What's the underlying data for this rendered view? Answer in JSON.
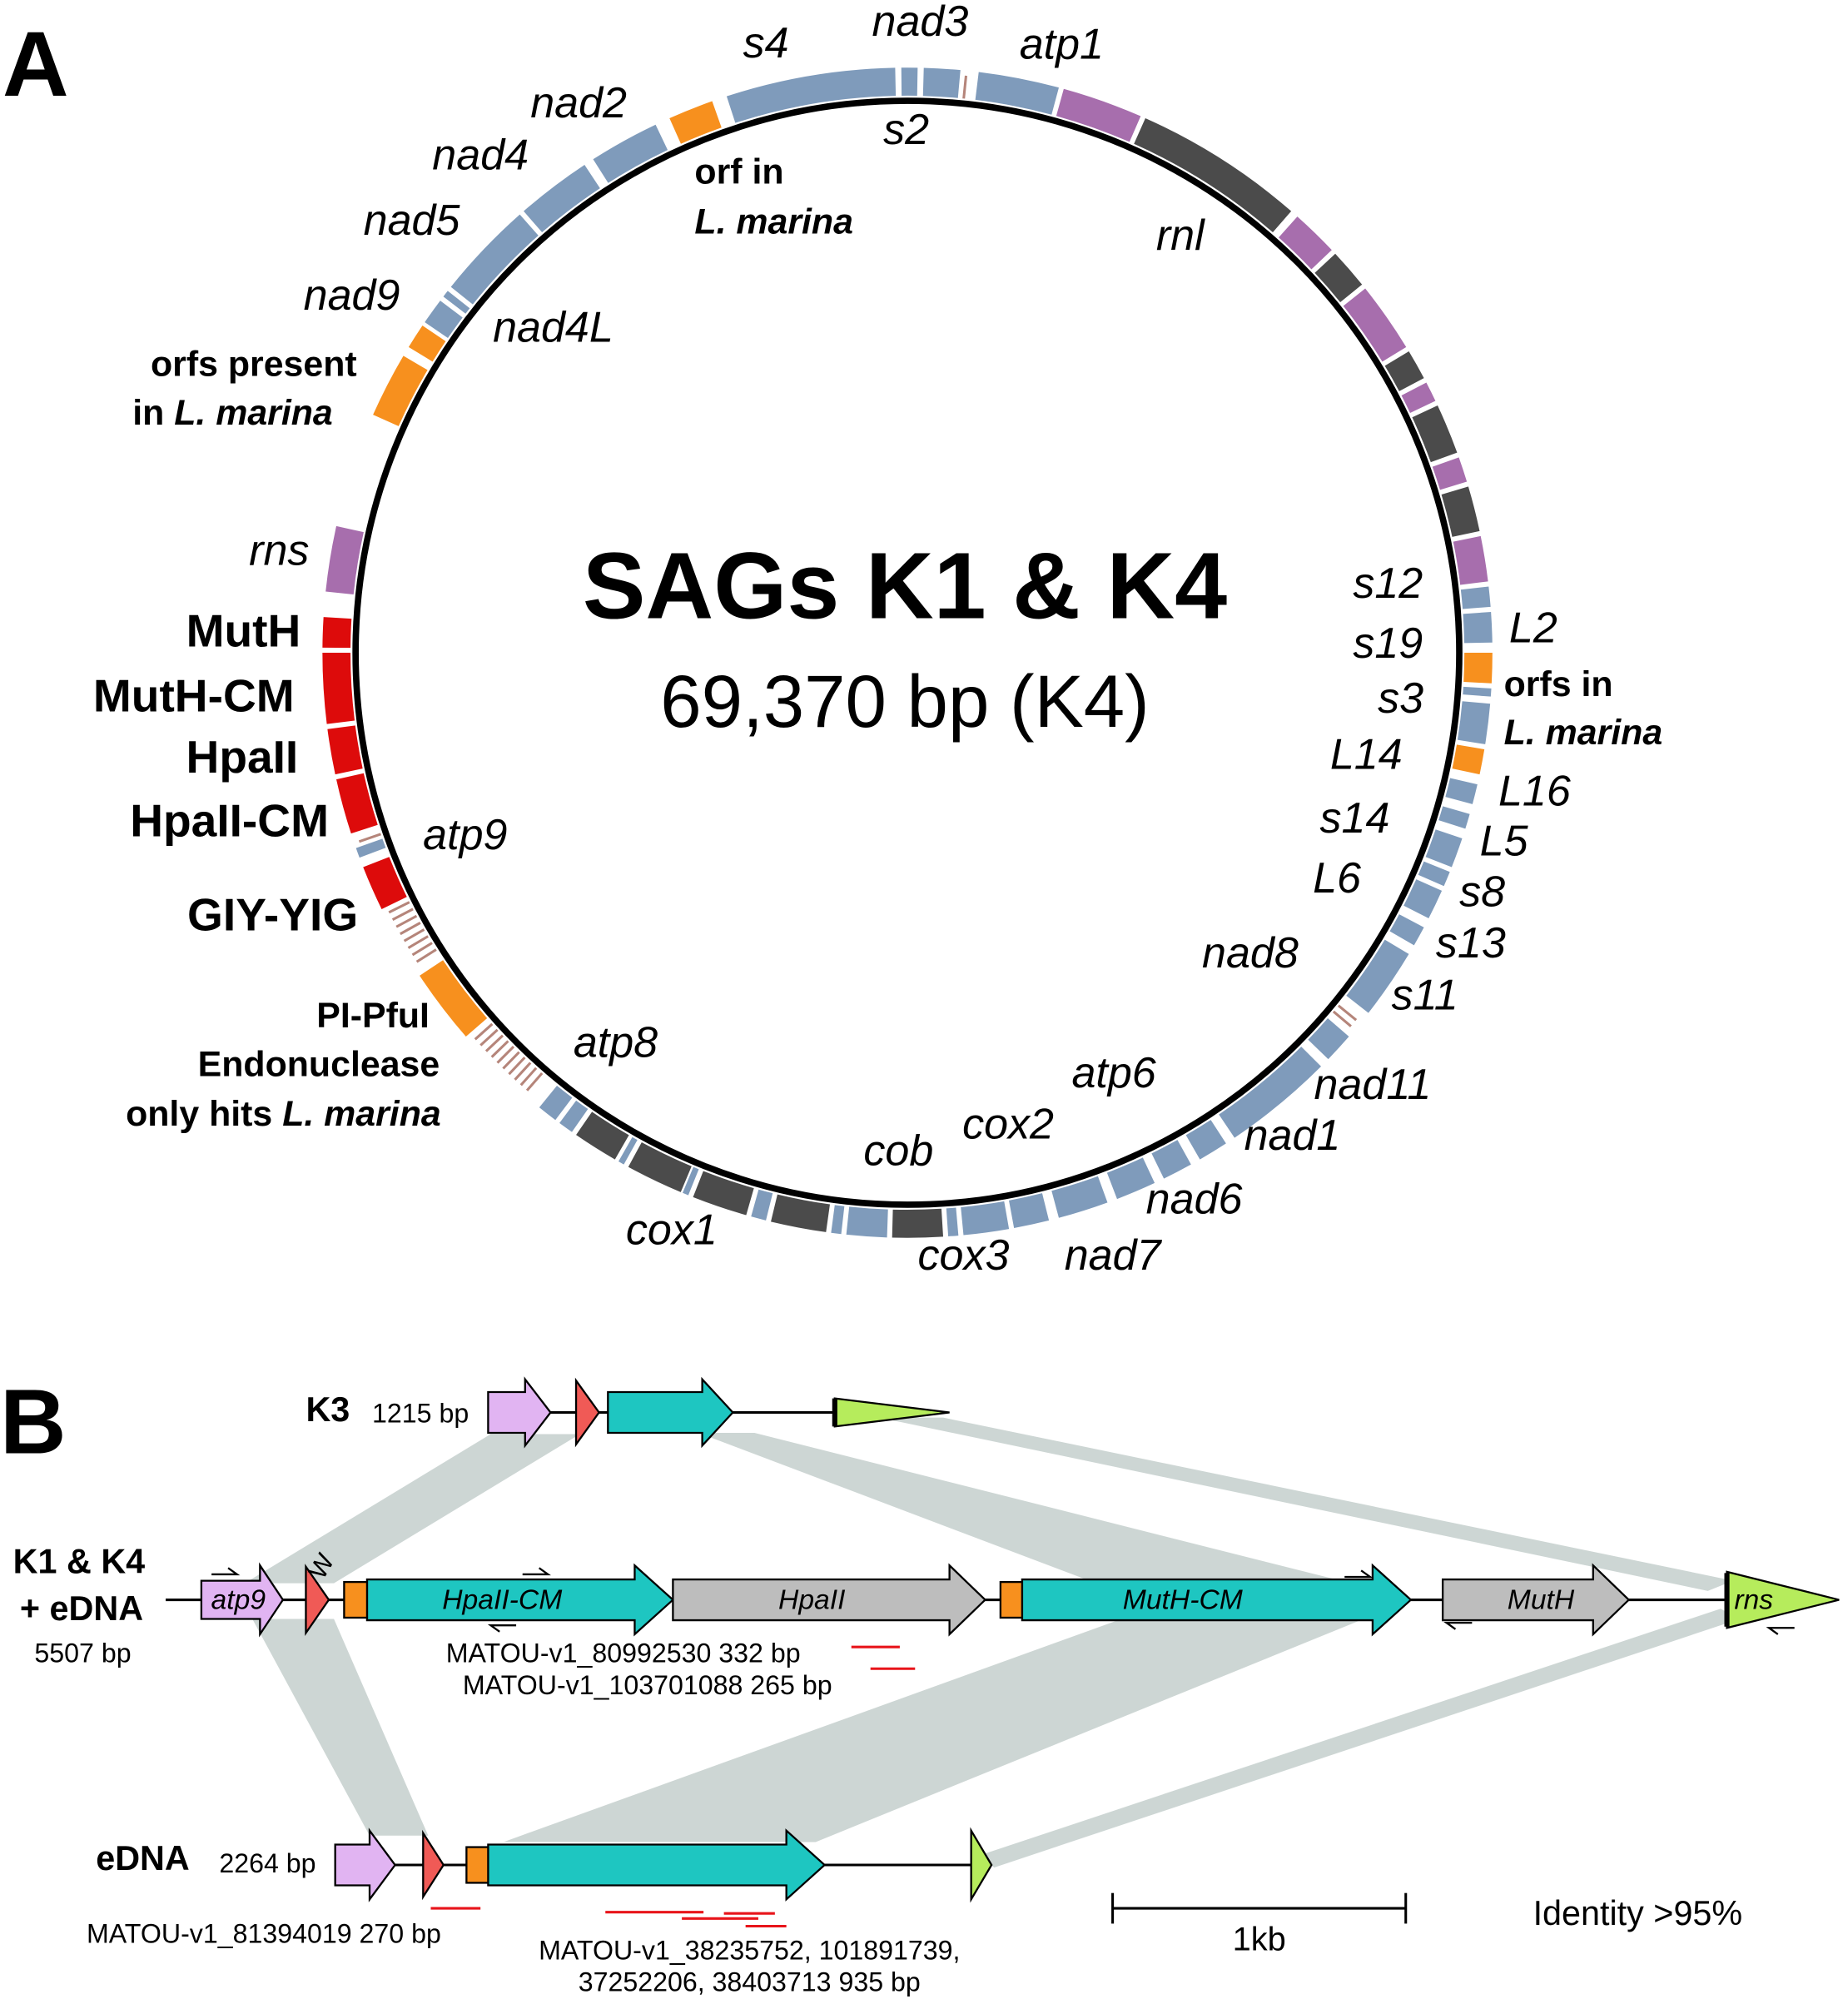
{
  "panel_a": {
    "panel_letter": "A",
    "title": "SAGs K1 & K4",
    "subtitle": "69,370 bp (K4)",
    "gene_labels": [
      "s4",
      "nad3",
      "atp1",
      "nad2",
      "s2",
      "nad4",
      "nad5",
      "rnl",
      "nad9",
      "nad4L",
      "rns",
      "atp9",
      "atp8",
      "s12",
      "L2",
      "s19",
      "s3",
      "L14",
      "L16",
      "s14",
      "L5",
      "L6",
      "s8",
      "s13",
      "nad8",
      "s11",
      "atp6",
      "nad11",
      "nad1",
      "cox2",
      "cob",
      "nad6",
      "cox1",
      "cox3",
      "nad7"
    ],
    "annotations": {
      "orf_top_1": "orf in",
      "orf_top_2": "L. marina",
      "orfs_present_1": "orfs present",
      "orfs_present_2a": "in ",
      "orfs_present_2b": "L. marina",
      "orfs_right_1": "orfs in",
      "orfs_right_2": "L. marina",
      "muth": "MutH",
      "muth_cm": "MutH-CM",
      "hpaii": "HpaII",
      "hpaii_cm": "HpaII-CM",
      "giy_yig": "GIY-YIG",
      "pi_pfui": "PI-PfuI",
      "endonuclease": "Endonuclease",
      "only_hits_a": "only hits ",
      "only_hits_b": "L. marina"
    }
  },
  "panel_b": {
    "panel_letter": "B",
    "tracks": {
      "k3": {
        "name": "K3",
        "size": "1215 bp"
      },
      "k1k4": {
        "name_1": "K1 & K4",
        "name_2": "+ eDNA",
        "size": "5507 bp"
      },
      "edna": {
        "name": "eDNA",
        "size": "2264 bp"
      }
    },
    "genes": {
      "atp9": "atp9",
      "w": "W",
      "hpaii_cm": "HpaII-CM",
      "hpaii": "HpaII",
      "muth_cm": "MutH-CM",
      "muth": "MutH",
      "rns": "rns"
    },
    "hits": {
      "h1": "MATOU-v1_80992530 332 bp",
      "h2": "MATOU-v1_103701088 265 bp",
      "h3": "MATOU-v1_81394019 270 bp",
      "h4_1": "MATOU-v1_38235752, 101891739,",
      "h4_2": "37252206, 38403713 935 bp"
    },
    "scale_label": "1kb",
    "identity_label": "Identity >95%"
  },
  "colors": {
    "protein": "#7f9bbb",
    "rrna": "#4b4b4b",
    "trna_like": "#a76ead",
    "orf": "#f7901e",
    "endonuclease": "#dd0b0b",
    "tick": "#b5857a",
    "cyan": "#1ec6c1",
    "grey_gene": "#bdbdbd",
    "lavender": "#e1b4f2",
    "salmon": "#f05a56",
    "green": "#b6ec5c",
    "band": "#cdd6d4",
    "hit": "#e8141a"
  }
}
